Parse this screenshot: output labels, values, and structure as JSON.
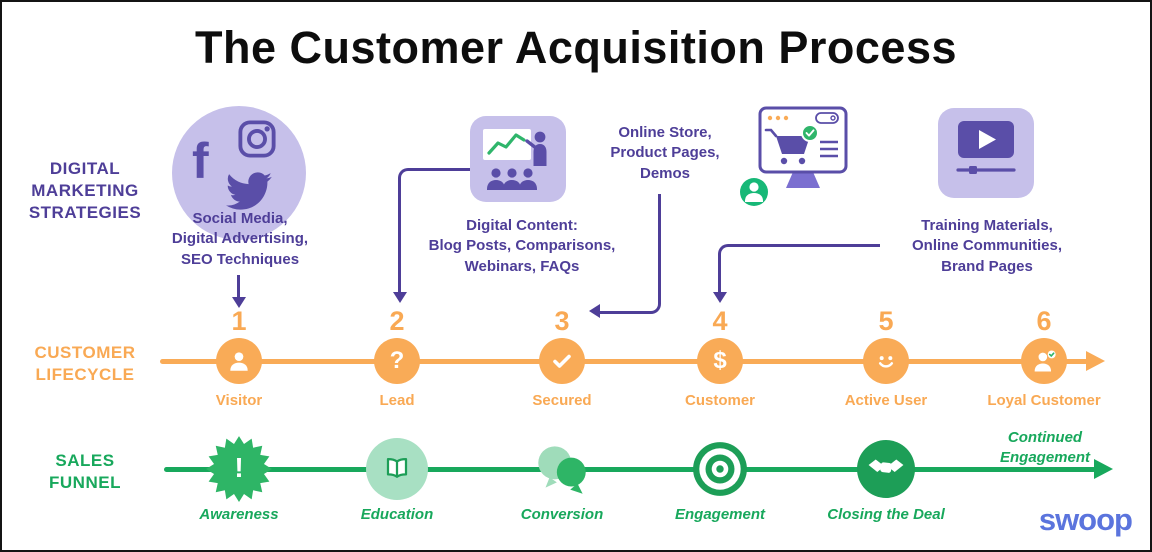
{
  "title": "The Customer Acquisition Process",
  "strategies": {
    "label": "DIGITAL\nMARKETING\nSTRATEGIES",
    "items": [
      {
        "icon": "social-media-icons",
        "caption": "Social Media,\nDigital Advertising,\nSEO Techniques",
        "facebook_glyph": "f"
      },
      {
        "icon": "presentation-chart-icon",
        "caption": "Digital Content:\nBlog Posts, Comparisons,\nWebinars, FAQs"
      },
      {
        "icon": "online-store-monitor-icon",
        "caption": "Online Store,\nProduct Pages,\nDemos"
      },
      {
        "icon": "video-player-icon",
        "caption": "Training Materials,\nOnline Communities,\nBrand Pages"
      }
    ]
  },
  "lifecycle": {
    "label": "CUSTOMER\nLIFECYCLE",
    "steps": [
      {
        "number": "1",
        "label": "Visitor",
        "icon": "person-icon"
      },
      {
        "number": "2",
        "label": "Lead",
        "icon": "question-icon",
        "glyph": "?"
      },
      {
        "number": "3",
        "label": "Secured",
        "icon": "check-icon"
      },
      {
        "number": "4",
        "label": "Customer",
        "icon": "dollar-icon",
        "glyph": "$"
      },
      {
        "number": "5",
        "label": "Active User",
        "icon": "smiley-icon"
      },
      {
        "number": "6",
        "label": "Loyal Customer",
        "icon": "loyal-customer-icon"
      }
    ]
  },
  "funnel": {
    "label": "SALES\nFUNNEL",
    "stages": [
      {
        "label": "Awareness",
        "icon": "alert-burst-icon",
        "glyph": "!"
      },
      {
        "label": "Education",
        "icon": "open-book-icon"
      },
      {
        "label": "Conversion",
        "icon": "chat-bubbles-icon"
      },
      {
        "label": "Engagement",
        "icon": "bullseye-icon"
      },
      {
        "label": "Closing the Deal",
        "icon": "handshake-icon"
      }
    ],
    "end_note": "Continued\nEngagement"
  },
  "logo_text": "swoop",
  "colors": {
    "purple_text": "#4e3e98",
    "purple_icon": "#5a4ea8",
    "light_purple": "#c6c0ea",
    "orange": "#f9a954",
    "green": "#18a85c",
    "light_green": "#9fdcba",
    "dark_green": "#1d9e57",
    "logo_blue": "#5b74dd"
  }
}
